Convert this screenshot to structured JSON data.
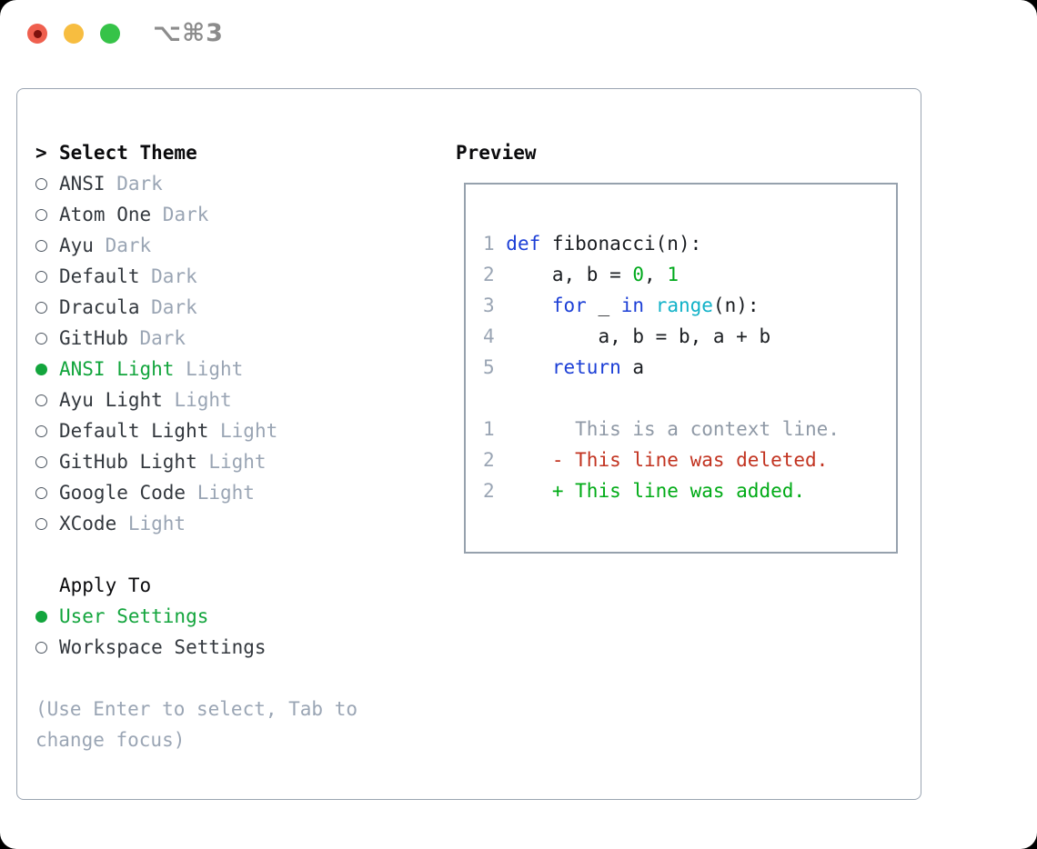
{
  "window": {
    "title": "⌥⌘3"
  },
  "titlebar": {
    "buttons": [
      {
        "name": "close-button",
        "color": "#ef5f4e"
      },
      {
        "name": "minimize-button",
        "color": "#f7bd40"
      },
      {
        "name": "zoom-button",
        "color": "#36c348"
      }
    ]
  },
  "theme_panel": {
    "header": {
      "cursor": ">",
      "label": "Select Theme"
    },
    "themes": [
      {
        "name": "ANSI",
        "variant": "Dark",
        "selected": false
      },
      {
        "name": "Atom One",
        "variant": "Dark",
        "selected": false
      },
      {
        "name": "Ayu",
        "variant": "Dark",
        "selected": false
      },
      {
        "name": "Default",
        "variant": "Dark",
        "selected": false
      },
      {
        "name": "Dracula",
        "variant": "Dark",
        "selected": false
      },
      {
        "name": "GitHub",
        "variant": "Dark",
        "selected": false
      },
      {
        "name": "ANSI Light",
        "variant": "Light",
        "selected": true
      },
      {
        "name": "Ayu Light",
        "variant": "Light",
        "selected": false
      },
      {
        "name": "Default Light",
        "variant": "Light",
        "selected": false
      },
      {
        "name": "GitHub Light",
        "variant": "Light",
        "selected": false
      },
      {
        "name": "Google Code",
        "variant": "Light",
        "selected": false
      },
      {
        "name": "XCode",
        "variant": "Light",
        "selected": false
      }
    ],
    "apply_to": {
      "header": "Apply To",
      "options": [
        {
          "label": "User Settings",
          "selected": true
        },
        {
          "label": "Workspace Settings",
          "selected": false
        }
      ]
    },
    "hint": "(Use Enter to select, Tab to change focus)"
  },
  "preview": {
    "header": "Preview",
    "code_lines": [
      {
        "num": "1",
        "segments": [
          {
            "text": "def",
            "style": "kw"
          },
          {
            "text": " fibonacci(n):",
            "style": "pl"
          }
        ]
      },
      {
        "num": "2",
        "segments": [
          {
            "text": "    a, b = ",
            "style": "pl"
          },
          {
            "text": "0",
            "style": "lit"
          },
          {
            "text": ", ",
            "style": "pl"
          },
          {
            "text": "1",
            "style": "lit"
          }
        ]
      },
      {
        "num": "3",
        "segments": [
          {
            "text": "    ",
            "style": "pl"
          },
          {
            "text": "for",
            "style": "kw"
          },
          {
            "text": " _ ",
            "style": "pl"
          },
          {
            "text": "in",
            "style": "kw"
          },
          {
            "text": " ",
            "style": "pl"
          },
          {
            "text": "range",
            "style": "fn"
          },
          {
            "text": "(n):",
            "style": "pl"
          }
        ]
      },
      {
        "num": "4",
        "segments": [
          {
            "text": "        a, b = b, a + b",
            "style": "pl"
          }
        ]
      },
      {
        "num": "5",
        "segments": [
          {
            "text": "    ",
            "style": "pl"
          },
          {
            "text": "return",
            "style": "kw"
          },
          {
            "text": " a",
            "style": "pl"
          }
        ]
      }
    ],
    "diff_lines": [
      {
        "num": "1",
        "segments": [
          {
            "text": "      This is a context line.",
            "style": "ctx"
          }
        ]
      },
      {
        "num": "2",
        "segments": [
          {
            "text": "    - This line was deleted.",
            "style": "del"
          }
        ]
      },
      {
        "num": "2",
        "segments": [
          {
            "text": "    + This line was added.",
            "style": "add"
          }
        ]
      }
    ]
  },
  "colors": {
    "accent_green": "#13a53d",
    "keyword_blue": "#1c3fd6",
    "function_cyan": "#12b2c8",
    "literal_green": "#00a91c",
    "deleted_red": "#c23320",
    "added_green": "#00ab16",
    "muted_gray": "#9aa5b4",
    "panel_border": "#9aa4b1",
    "title_gray": "#8c8c8c"
  }
}
